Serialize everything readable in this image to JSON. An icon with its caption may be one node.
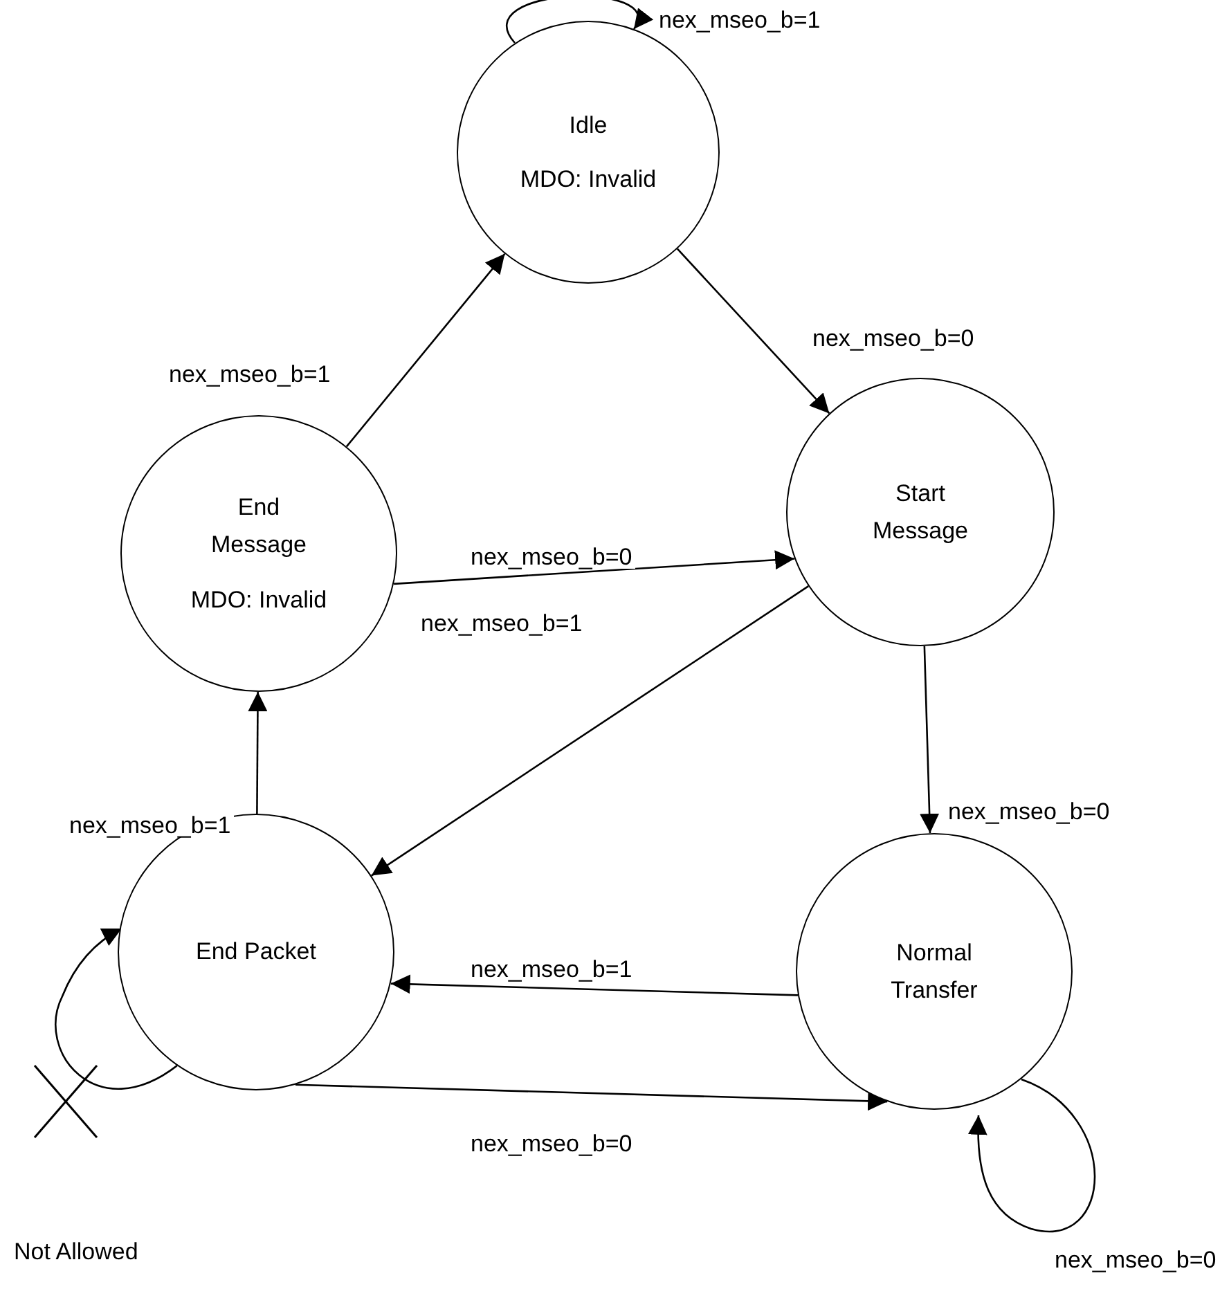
{
  "diagram": {
    "nodes": [
      {
        "text": [
          "Idle",
          "MDO: Invalid"
        ]
      },
      {
        "text": [
          "End Message",
          "MDO: Invalid"
        ]
      },
      {
        "text": [
          "Start Message"
        ]
      },
      {
        "text": [
          "End Packet"
        ]
      },
      {
        "text": [
          "Normal Transfer"
        ]
      }
    ],
    "edges": [
      {
        "from": 0,
        "to": 0,
        "arrow": "to",
        "label": "nex_mseo_b=1"
      },
      {
        "from": 0,
        "to": 2,
        "arrow": "to",
        "label": "nex_mseo_b=0"
      },
      {
        "from": 1,
        "to": 0,
        "arrow": "to",
        "label": "nex_mseo_b=1"
      },
      {
        "from": 1,
        "to": 2,
        "arrow": "to",
        "label": "nex_mseo_b=0"
      },
      {
        "from": 2,
        "to": 3,
        "arrow": "to",
        "label": "nex_mseo_b=1"
      },
      {
        "from": 2,
        "to": 4,
        "arrow": "to",
        "label": "nex_mseo_b=0"
      },
      {
        "from": 4,
        "to": 3,
        "arrow": "to",
        "label": "nex_mseo_b=1"
      },
      {
        "from": 3,
        "to": 4,
        "arrow": "to",
        "label": "nex_mseo_b=0"
      },
      {
        "from": 3,
        "to": 1,
        "arrow": "to",
        "label": "nex_mseo_b=1"
      },
      {
        "from": 3,
        "to": 3,
        "arrow": "to"
      },
      {
        "from": 4,
        "to": 4,
        "arrow": "to",
        "label": "nex_mseo_b=0"
      }
    ],
    "labels": [
      "Not Allowed"
    ]
  }
}
